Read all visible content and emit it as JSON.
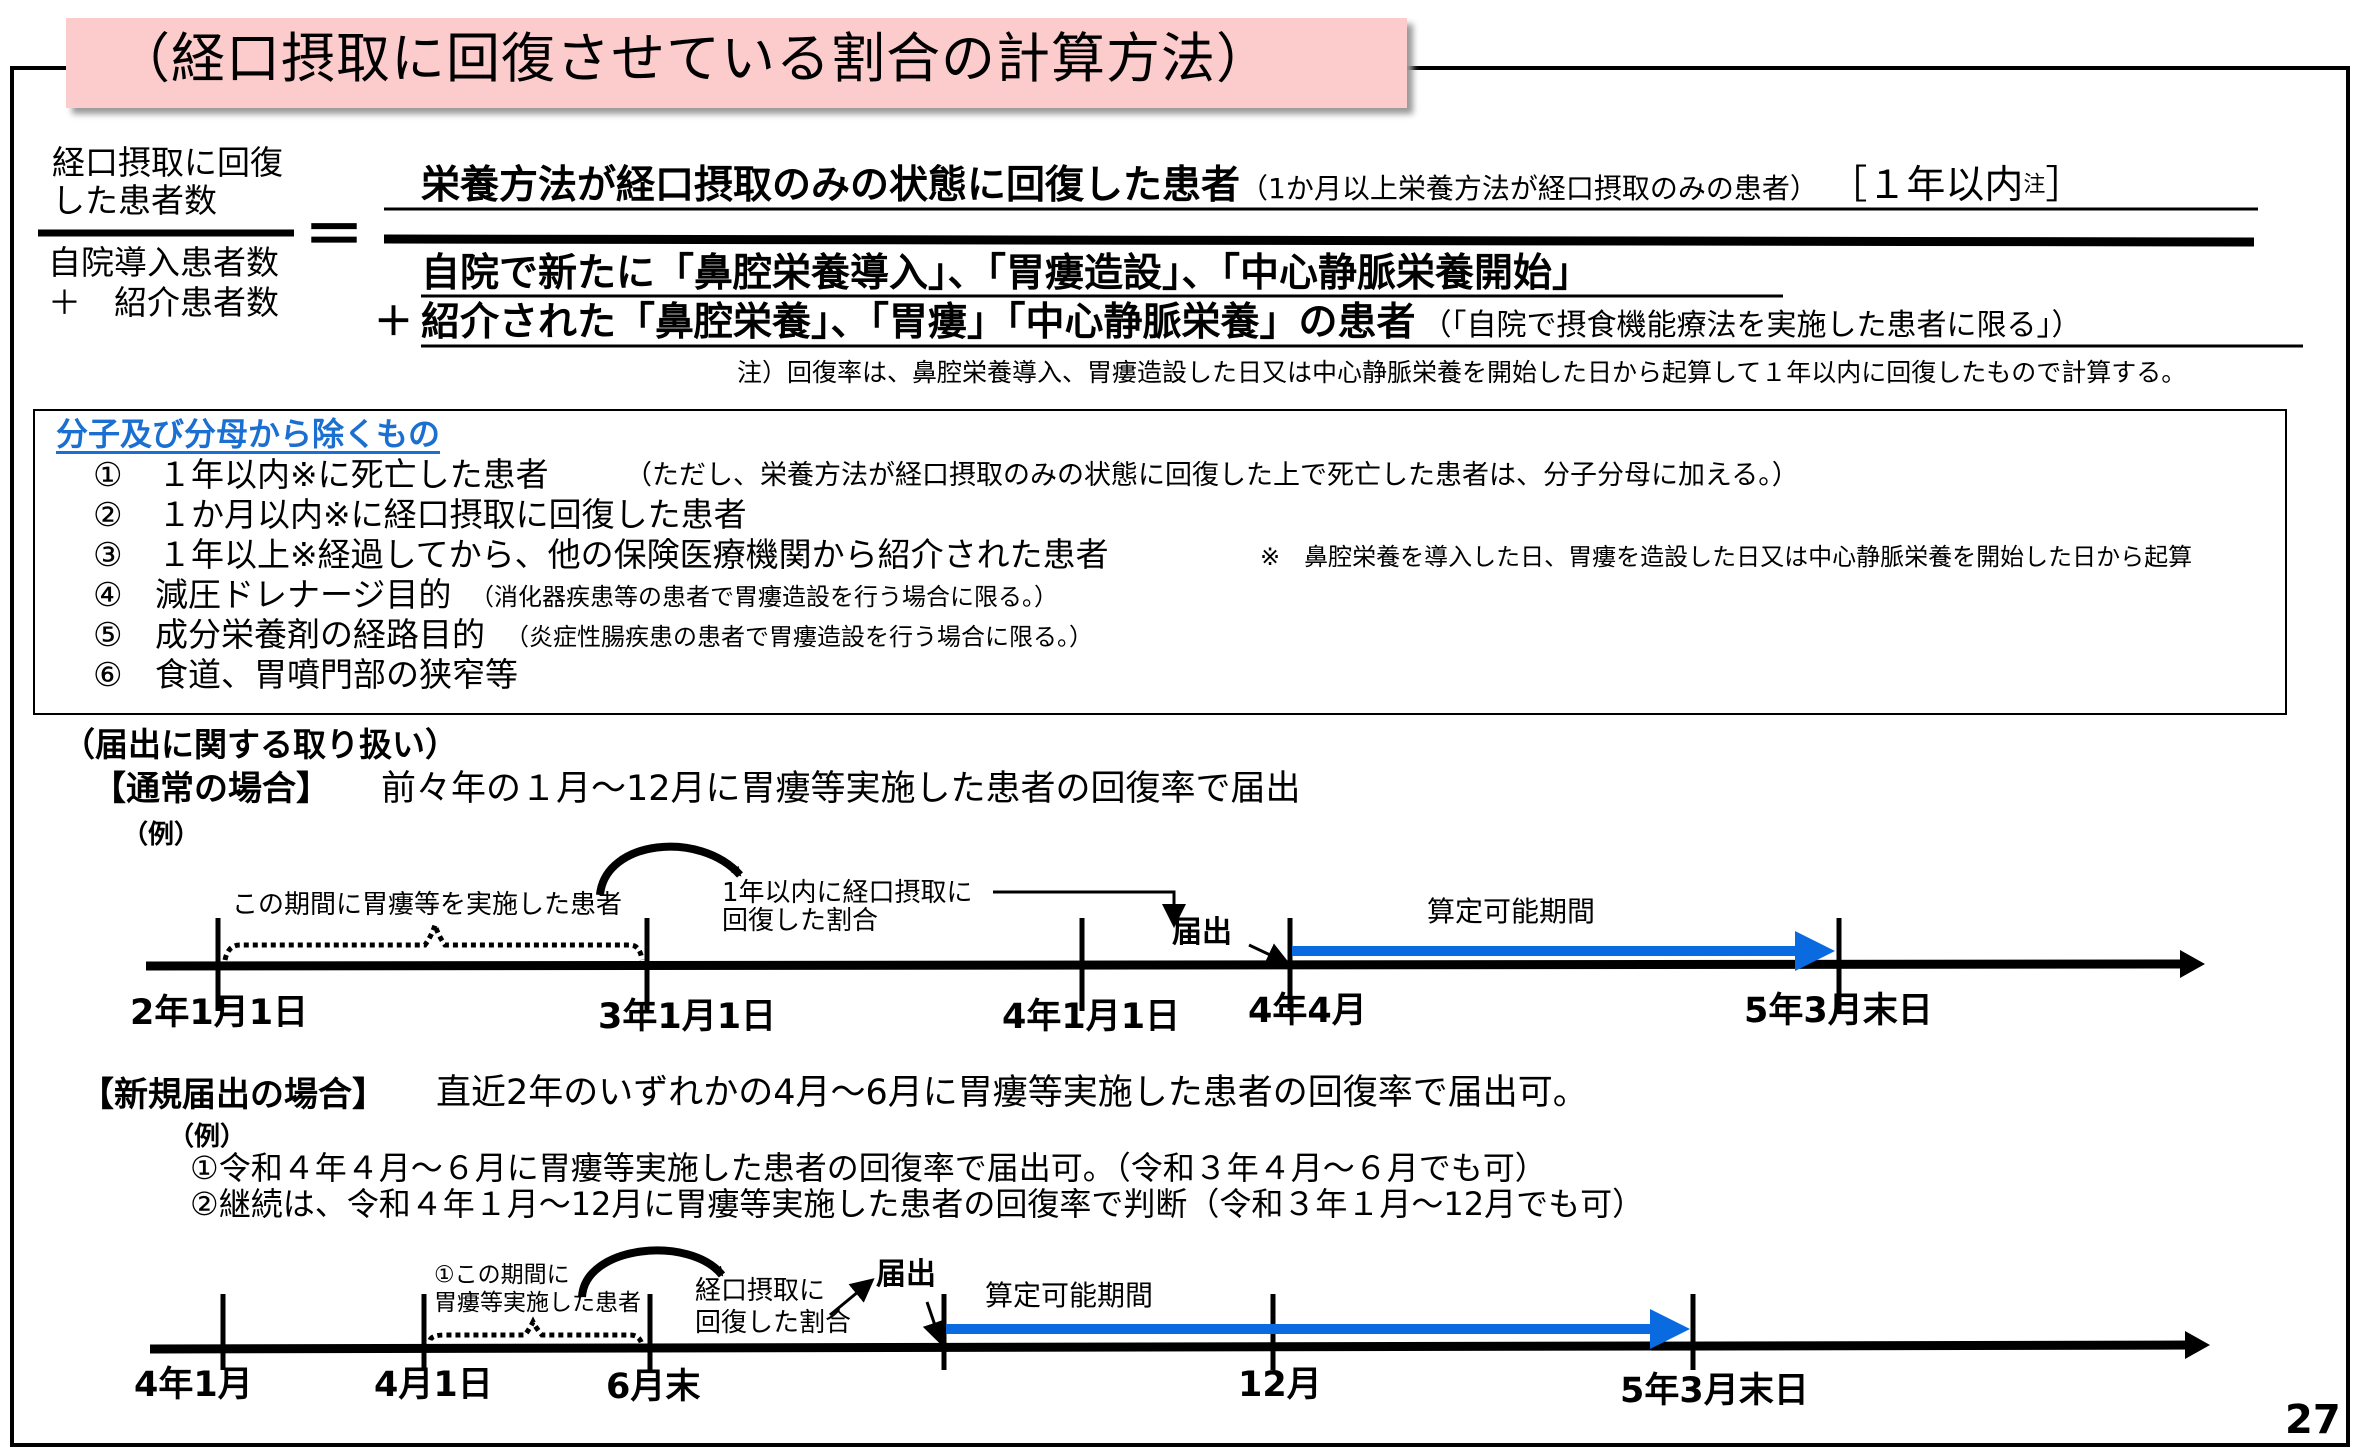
{
  "title": "（経口摂取に回復させている割合の計算方法）",
  "formula": {
    "left_numerator": [
      "経口摂取に回復",
      "した患者数"
    ],
    "left_denominator": [
      "自院導入患者数",
      "＋　紹介患者数"
    ],
    "equals": "＝",
    "numerator_main": "栄養方法が経口摂取のみの状態に回復した患者",
    "numerator_note": "（1か月以上栄養方法が経口摂取のみの患者）",
    "numerator_bracket": "［１年以内",
    "numerator_bracket_sup": "注",
    "numerator_bracket_end": "］",
    "denominator_line1": "自院で新たに「鼻腔栄養導入」、「胃瘻造設」、「中心静脈栄養開始」",
    "denominator_plus": "＋",
    "denominator_line2": "紹介された「鼻腔栄養」、「胃瘻」「中心静脈栄養」の患者",
    "denominator_note": "（「自院で摂食機能療法を実施した患者に限る」）",
    "footnote": "注）回復率は、鼻腔栄養導入、胃瘻造設した日又は中心静脈栄養を開始した日から起算して１年以内に回復したもので計算する。"
  },
  "exclusions": {
    "heading": "分子及び分母から除くもの",
    "items": [
      {
        "num": "①",
        "text": "１年以内※に死亡した患者",
        "note": "（ただし、栄養方法が経口摂取のみの状態に回復した上で死亡した患者は、分子分母に加える。）"
      },
      {
        "num": "②",
        "text": "１か月以内※に経口摂取に回復した患者",
        "note": ""
      },
      {
        "num": "③",
        "text": "１年以上※経過してから、他の保険医療機関から紹介された患者",
        "note": "※　鼻腔栄養を導入した日、胃瘻を造設した日又は中心静脈栄養を開始した日から起算"
      },
      {
        "num": "④",
        "text": "減圧ドレナージ目的",
        "note": "（消化器疾患等の患者で胃瘻造設を行う場合に限る。）"
      },
      {
        "num": "⑤",
        "text": "成分栄養剤の経路目的",
        "note": "（炎症性腸疾患の患者で胃瘻造設を行う場合に限る。）"
      },
      {
        "num": "⑥",
        "text": "食道、胃噴門部の狭窄等",
        "note": ""
      }
    ]
  },
  "filing": {
    "heading": "（届出に関する取り扱い）",
    "normal": {
      "label": "【通常の場合】",
      "text": "前々年の１月～12月に胃瘻等実施した患者の回復率で届出",
      "example": "（例）",
      "timeline": {
        "period_label": "この期間に胃瘻等を実施した患者",
        "recovery_label": [
          "1年以内に経口摂取に",
          "回復した割合"
        ],
        "filing_label": "届出",
        "calc_label": "算定可能期間",
        "ticks": [
          "2年1月1日",
          "3年1月1日",
          "4年1月1日",
          "4年4月",
          "5年3月末日"
        ]
      }
    },
    "new": {
      "label": "【新規届出の場合】",
      "text": "直近2年のいずれかの4月～6月に胃瘻等実施した患者の回復率で届出可。",
      "example": "（例）",
      "lines": [
        "①令和４年４月～６月に胃瘻等実施した患者の回復率で届出可。（令和３年４月～６月でも可）",
        "②継続は、令和４年１月～12月に胃瘻等実施した患者の回復率で判断（令和３年１月～12月でも可）"
      ],
      "timeline": {
        "period_label": [
          "①この期間に",
          "胃瘻等実施した患者"
        ],
        "recovery_label": [
          "経口摂取に",
          "回復した割合"
        ],
        "filing_label": "届出",
        "calc_label": "算定可能期間",
        "ticks": [
          "4年1月",
          "4月1日",
          "6月末",
          "12月",
          "5年3月末日"
        ]
      }
    }
  },
  "page_number": "27",
  "colors": {
    "title_bg": "#fccbcb",
    "accent_blue": "#1a6fd1",
    "arrow_blue": "#0a6ae0"
  }
}
